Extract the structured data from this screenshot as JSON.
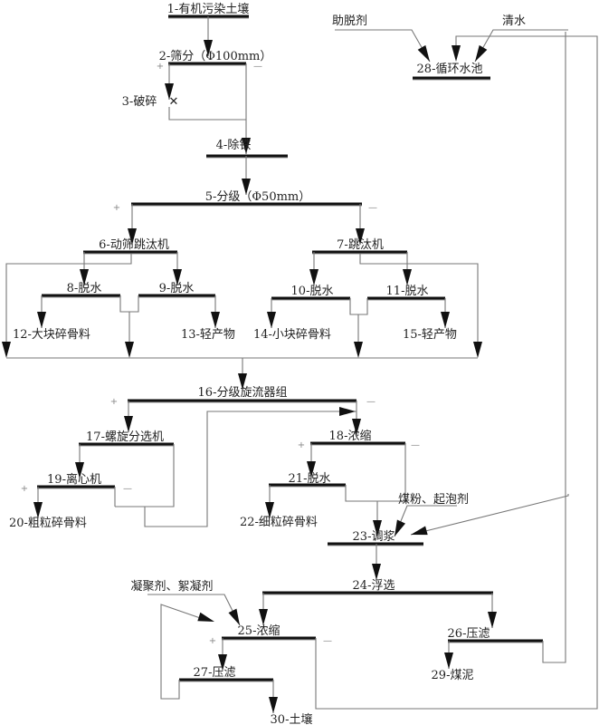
{
  "title": "有机污染土壤处理工艺流程",
  "nodes": {
    "n1": "1-有机污染土壤",
    "n2": "2-筛分（Φ100mm）",
    "n3": "3-破碎",
    "n4": "4-除铁",
    "n5": "5-分级（Φ50mm）",
    "n6": "6-动筛跳汰机",
    "n7": "7-跳汰机",
    "n8": "8-脱水",
    "n9": "9-脱水",
    "n10": "10-脱水",
    "n11": "11-脱水",
    "n12": "12-大块碎骨料",
    "n13": "13-轻产物",
    "n14": "14-小块碎骨料",
    "n15": "15-轻产物",
    "n16": "16-分级旋流器组",
    "n17": "17-螺旋分选机",
    "n18": "18-浓缩",
    "n19": "19-离心机",
    "n20": "20-粗粒碎骨料",
    "n21": "21-脱水",
    "n22": "22-细粒碎骨料",
    "n23": "23-调浆",
    "n24": "24-浮选",
    "n25": "25-浓缩",
    "n26": "26-压滤",
    "n27": "27-压滤",
    "n28": "28-循环水池",
    "n29": "29-煤泥",
    "n30": "30-土壤"
  },
  "reagents": {
    "desorbent": "助脱剂",
    "clean_water": "清水",
    "coal_frother": "煤粉、起泡剂",
    "coagulant": "凝聚剂、絮凝剂"
  },
  "signs": {
    "plus": "+",
    "minus": "—"
  },
  "crusher_symbol": "✕"
}
